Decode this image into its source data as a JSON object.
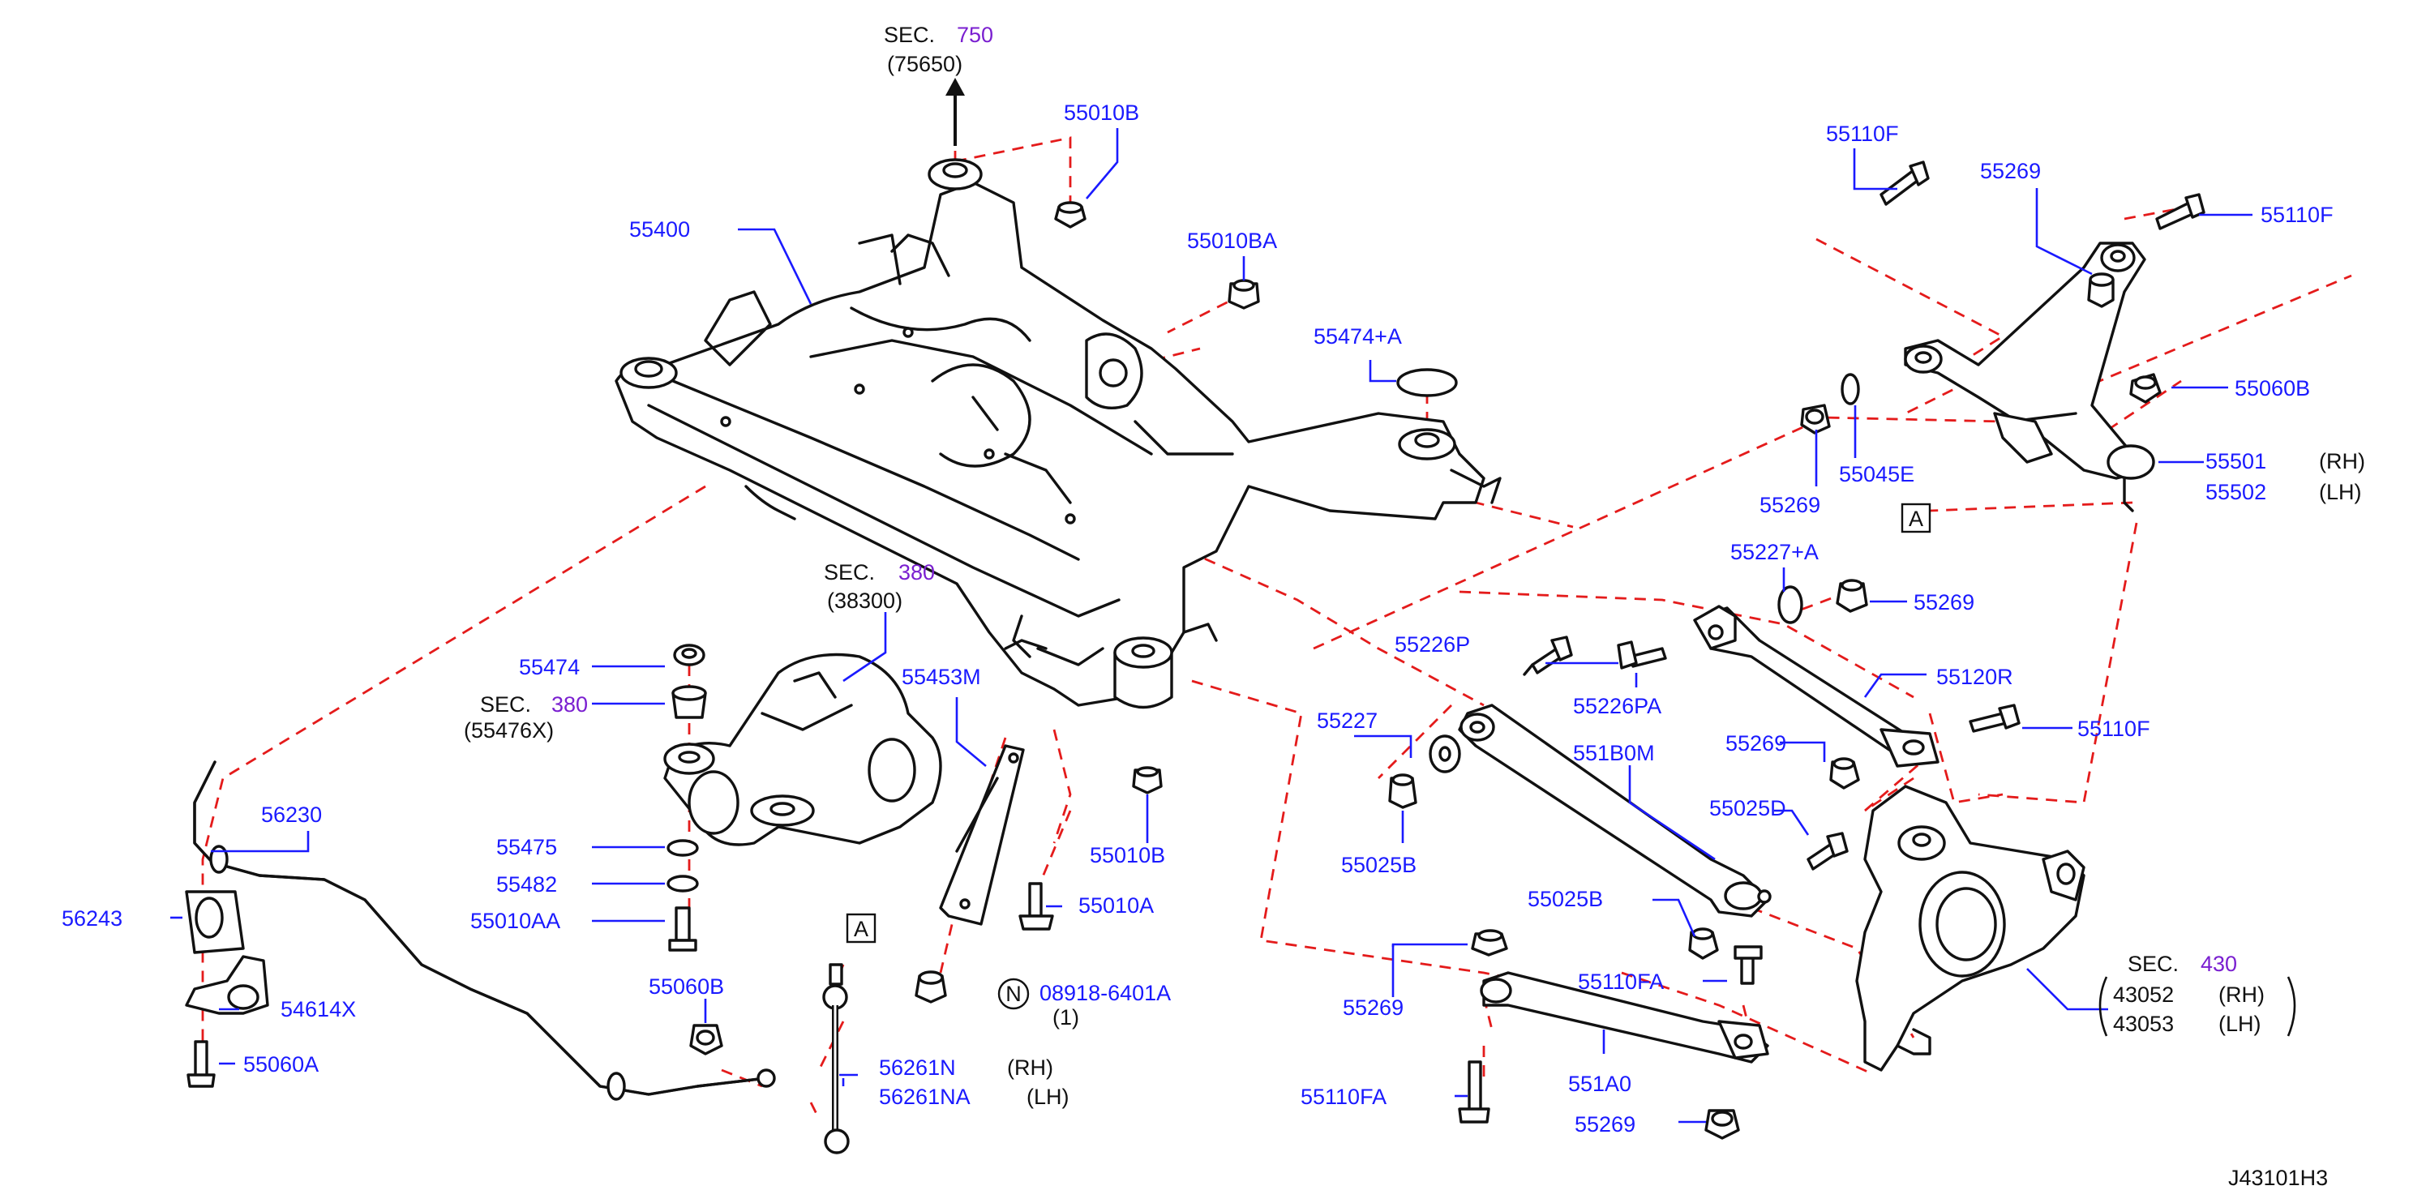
{
  "labels": {
    "sec_750": "SEC.",
    "sec_750_num": "750",
    "sec_750_sub": "(75650)",
    "p55010B_top": "55010B",
    "p55400": "55400",
    "p55010BA": "55010BA",
    "p55474A": "55474+A",
    "sec_380a": "SEC.",
    "sec_380a_num": "380",
    "sec_380a_sub": "(38300)",
    "p55474": "55474",
    "sec_380b": "SEC.",
    "sec_380b_num": "380",
    "sec_380b_sub": "(55476X)",
    "p55453M": "55453M",
    "p56230": "56230",
    "p56243": "56243",
    "p54614X": "54614X",
    "p55060A": "55060A",
    "p55475": "55475",
    "p55482": "55482",
    "p55010AA": "55010AA",
    "p55060B_low": "55060B",
    "p55010B_low": "55010B",
    "p55010A": "55010A",
    "p08918": "08918-6401A",
    "p08918_qty": "(1)",
    "n_mark": "N",
    "a_box_low": "A",
    "p56261N": "56261N",
    "p56261N_side": "(RH)",
    "p56261NA": "56261NA",
    "p56261NA_side": "(LH)",
    "p55110F_top": "55110F",
    "p55269_top": "55269",
    "p55110F_right": "55110F",
    "p55060B_right": "55060B",
    "p55269_b": "55269",
    "p55045E": "55045E",
    "p55501": "55501",
    "p55501_side": "(RH)",
    "p55502": "55502",
    "p55502_side": "(LH)",
    "a_box_right": "A",
    "p55227A": "55227+A",
    "p55269_c": "55269",
    "p55226P": "55226P",
    "p55226PA": "55226PA",
    "p55120R": "55120R",
    "p55227": "55227",
    "p551B0M": "551B0M",
    "p55269_d": "55269",
    "p55110F_mid": "55110F",
    "p55025B_a": "55025B",
    "p55025D": "55025D",
    "p55025B_b": "55025B",
    "p55269_e": "55269",
    "p55110FA_a": "55110FA",
    "p551A0": "551A0",
    "p55110FA_b": "55110FA",
    "p55269_f": "55269",
    "sec_430": "SEC.",
    "sec_430_num": "430",
    "p43052": "43052",
    "p43052_side": "(RH)",
    "p43053": "43053",
    "p43053_side": "(LH)",
    "drawing_id": "J43101H3"
  },
  "colors": {
    "label_blue": "#1a1aff",
    "section_purple": "#7a1fd0",
    "leader_red": "#e41b1b",
    "outline": "#111111"
  }
}
